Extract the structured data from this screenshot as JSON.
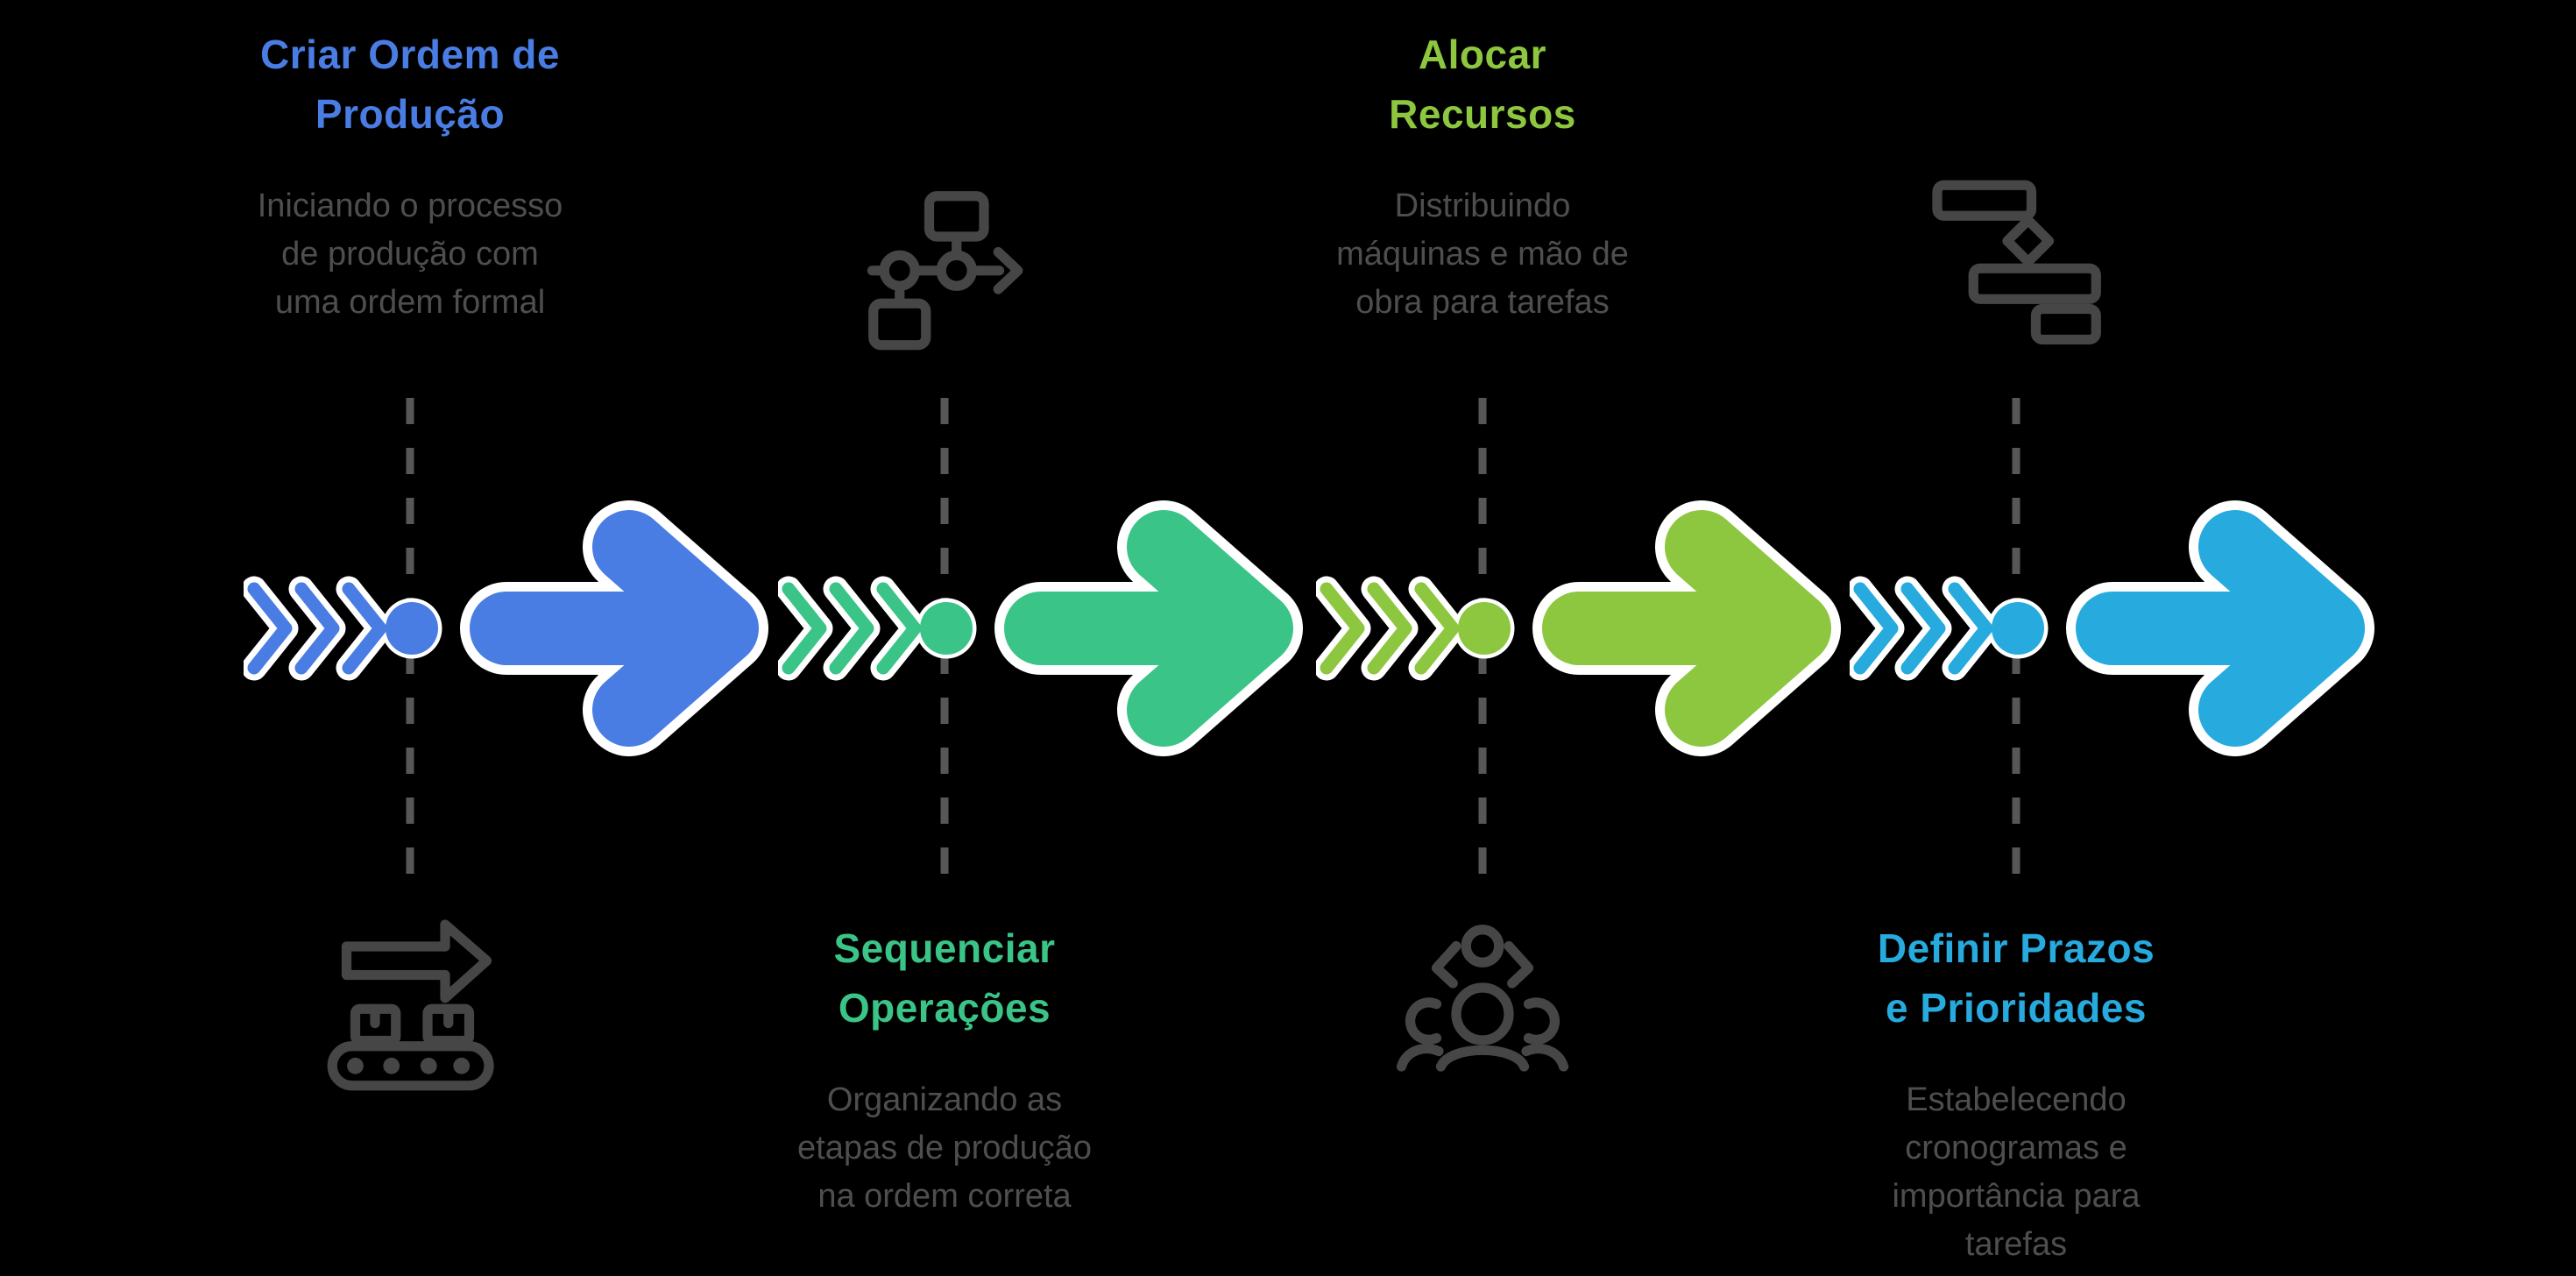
{
  "figure": {
    "type": "process-flow-infographic",
    "background": "#000000",
    "direction": "left-to-right",
    "step_count": 4
  },
  "style": {
    "outline_color": "#FFFFFF",
    "description_color": "#4E4E4E",
    "icon_color": "#464646",
    "dash_color": "#575757"
  },
  "steps": [
    {
      "index": 1,
      "title": "Criar Ordem de Produção",
      "title_lines": [
        "Criar Ordem de",
        "Produção"
      ],
      "description": "Iniciando o processo de produção com uma ordem formal",
      "description_lines": [
        "Iniciando o processo",
        "de produção com",
        "uma ordem formal"
      ],
      "color": "#4A7DE3",
      "text_position": "top",
      "icon": "conveyor-belt-icon"
    },
    {
      "index": 2,
      "title": "Sequenciar Operações",
      "title_lines": [
        "Sequenciar",
        "Operações"
      ],
      "description": "Organizando as etapas de produção na ordem correta",
      "description_lines": [
        "Organizando as",
        "etapas de produção",
        "na ordem correta"
      ],
      "color": "#3BC487",
      "text_position": "bottom",
      "icon": "workflow-timeline-icon"
    },
    {
      "index": 3,
      "title": "Alocar Recursos",
      "title_lines": [
        "Alocar",
        "Recursos"
      ],
      "description": "Distribuindo máquinas e mão de obra para tarefas",
      "description_lines": [
        "Distribuindo",
        "máquinas e mão de",
        "obra para tarefas"
      ],
      "color": "#8DC63F",
      "text_position": "top",
      "icon": "claw-machine-icon"
    },
    {
      "index": 4,
      "title": "Definir Prazos e Prioridades",
      "title_lines": [
        "Definir Prazos",
        "e Prioridades"
      ],
      "description": "Estabelecendo cronogramas e importância para tarefas",
      "description_lines": [
        "Estabelecendo",
        "cronogramas e",
        "importância para",
        "tarefas"
      ],
      "color": "#27AADE",
      "text_position": "bottom",
      "icon": "gantt-chart-icon"
    }
  ]
}
